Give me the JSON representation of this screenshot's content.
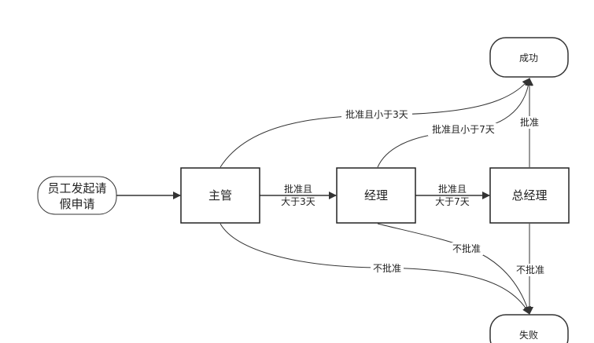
{
  "nodes": {
    "start": {
      "line1": "员工发起请",
      "line2": "假申请"
    },
    "supervisor": "主管",
    "manager": "经理",
    "general_manager": "总经理",
    "success": "成功",
    "failure": "失败"
  },
  "edges": {
    "sup_to_mgr": {
      "line1": "批准且",
      "line2": "大于3天"
    },
    "mgr_to_gm": {
      "line1": "批准且",
      "line2": "大于7天"
    },
    "sup_to_success": "批准且小于3天",
    "mgr_to_success": "批准且小于7天",
    "gm_to_success": "批准",
    "sup_to_failure": "不批准",
    "mgr_to_failure": "不批准",
    "gm_to_failure": "不批准"
  }
}
